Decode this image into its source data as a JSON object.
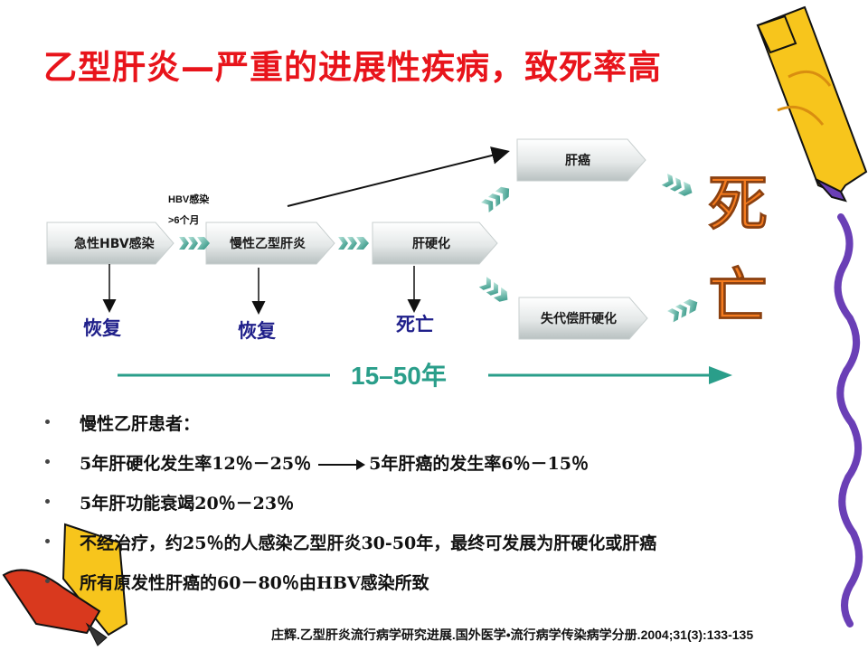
{
  "title": "乙型肝炎—严重的进展性疾病，致死率高",
  "flow": {
    "boxes": {
      "acute": "急性HBV感染",
      "chronic": "慢性乙型肝炎",
      "cirrhosis": "肝硬化",
      "liver_cancer": "肝癌",
      "decompensated": "失代偿肝硬化"
    },
    "duration_note": [
      "HBV感染",
      ">6个月"
    ],
    "outcomes": {
      "acute": "恢复",
      "chronic": "恢复",
      "cirrhosis": "死亡"
    },
    "death_big": [
      "死",
      "亡"
    ],
    "timeline_label": "15–50年"
  },
  "bullets": [
    {
      "text": "慢性乙肝患者："
    },
    {
      "text": "5年肝硬化发生率12％－25％",
      "after_arrow": "5年肝癌的发生率6％－15％"
    },
    {
      "text": "5年肝功能衰竭20％－23％"
    },
    {
      "text": "不经治疗，约25％的人感染乙型肝炎30-50年，最终可发展为肝硬化或肝癌"
    },
    {
      "text": "所有原发性肝癌的60－80％由HBV感染所致"
    }
  ],
  "citation": "庄辉.乙型肝炎流行病学研究进展.国外医学•流行病学传染病学分册.2004;31(3):133-135",
  "colors": {
    "title": "#e8141b",
    "box_top": "#ffffff",
    "box_bottom": "#bfc6c6",
    "teal": "#2a9e8a",
    "death": "#f57c20",
    "outcome": "#1f1f8a",
    "crayon_yellow": "#f7c51c",
    "crayon_red": "#d9391e"
  }
}
